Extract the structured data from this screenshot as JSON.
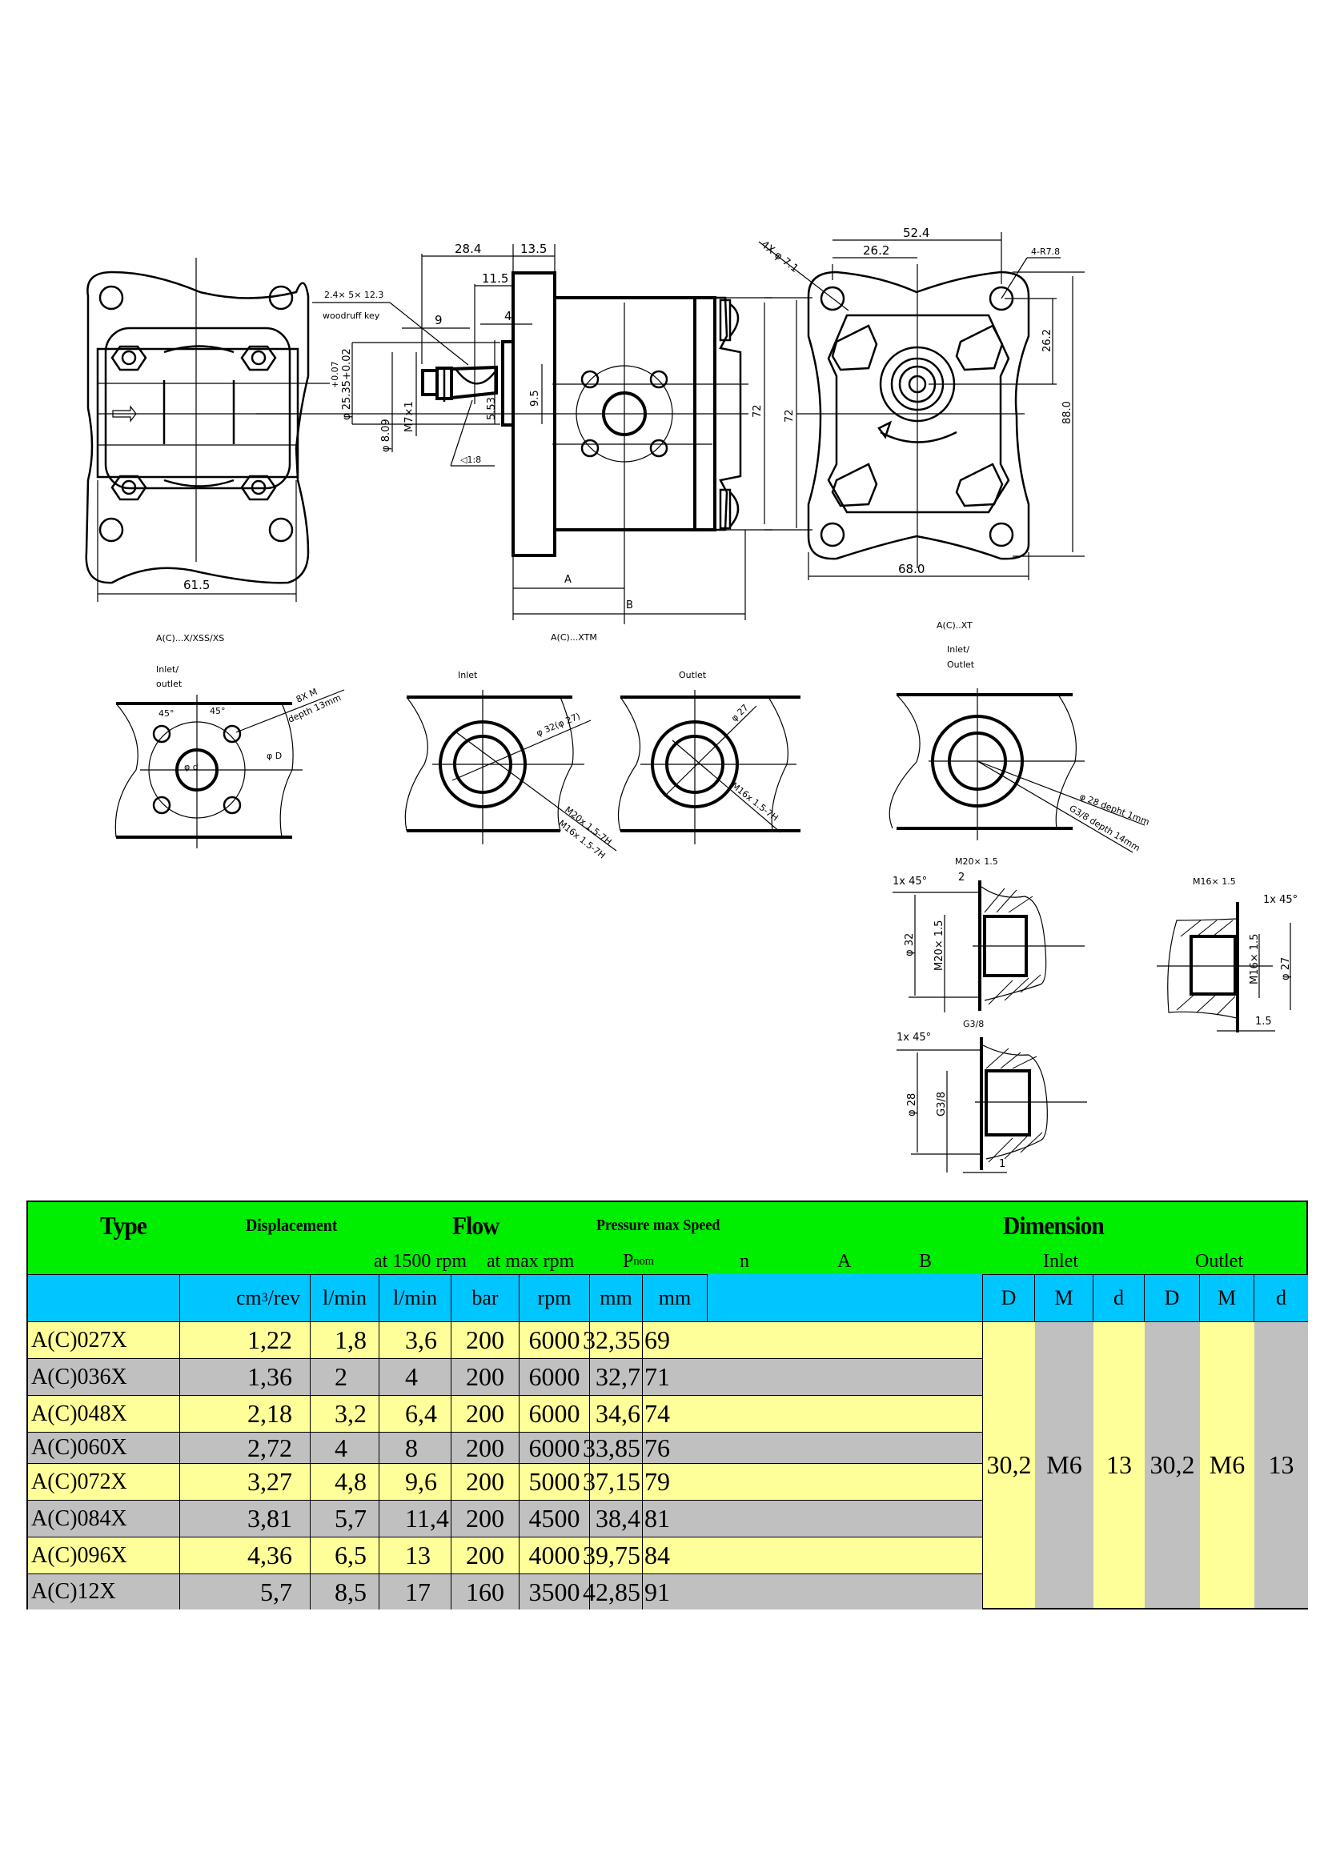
{
  "drawings": {
    "front_view": {
      "dim_width": "61.5"
    },
    "side_view": {
      "dims": {
        "d28_4": "28.4",
        "d13_5": "13.5",
        "d11_5": "11.5",
        "d4": "4",
        "d9": "9",
        "d9_5": "9.5",
        "d5_53": "5.53",
        "d72": "72",
        "A": "A",
        "B": "B",
        "shaft_dia": "φ 25.35+0.02",
        "shaft_tol": "+0.07",
        "thread": "M7×1",
        "shaft_small": "φ 8.09",
        "taper": "◁1:8"
      },
      "key_spec": "2.4× 5× 12.3",
      "key_name": "woodruff key"
    },
    "rear_view": {
      "dims": {
        "d52_4": "52.4",
        "d26_2_top": "26.2",
        "d26_2_right": "26.2",
        "d88": "88.0",
        "d72_left": "72",
        "d72_inner": "72",
        "d68": "68.0",
        "holes": "4X φ 7.1",
        "radius": "4-R7.8"
      }
    },
    "port_views": {
      "xss": {
        "title": "A(C)...X/XSS/XS",
        "label": "Inlet/\noutlet",
        "label_l1": "Inlet/",
        "label_l2": "outlet",
        "angle1": "45°",
        "angle2": "45°",
        "thread": "8X M",
        "depth": "depth 13mm",
        "dia_D": "φ D",
        "dia_d": "φ d"
      },
      "xtm": {
        "title": "A(C)...XTM",
        "inlet_label": "Inlet",
        "outlet_label": "Outlet",
        "inlet_dia": "φ 32(φ 27)",
        "inlet_thread1": "M20x 1.5-7H",
        "inlet_thread2": "M16x 1.5-7H",
        "outlet_dia": "φ 27",
        "outlet_thread": "M16x 1.5-7H"
      },
      "xt": {
        "title": "A(C)..XT",
        "label_l1": "Inlet/",
        "label_l2": "Outlet",
        "dia": "φ 28  depht  1mm",
        "thread": "G3/8 depth 14mm"
      }
    },
    "sections": {
      "m20": {
        "title": "M20× 1.5",
        "chamfer": "1x 45°",
        "d2": "2",
        "dia": "φ 32",
        "thread": "M20× 1.5"
      },
      "m16": {
        "title": "M16× 1.5",
        "chamfer": "1x 45°",
        "dia": "φ 27",
        "thread": "M16× 1.5",
        "d1_5": "1.5"
      },
      "g38": {
        "title": "G3/8",
        "chamfer": "1x 45°",
        "dia": "φ 28",
        "thread": "G3/8",
        "d1": "1"
      }
    }
  },
  "table": {
    "colors": {
      "header_green": "#00ee00",
      "units_blue": "#00c6ff",
      "row_yellow": "#ffff99",
      "row_gray": "#c0c0c0"
    },
    "header": {
      "type": "Type",
      "displacement": "Displacement",
      "flow": "Flow",
      "pressure_speed": "Pressure max Speed",
      "dimension": "Dimension"
    },
    "subheader": {
      "at_1500": "at 1500 rpm",
      "at_max": "at max rpm",
      "pnom_p": "P",
      "pnom_sub": "nom",
      "n": "n",
      "A": "A",
      "B": "B",
      "inlet": "Inlet",
      "outlet": "Outlet"
    },
    "units": {
      "disp_base": "cm",
      "disp_exp": "3",
      "disp_tail": "/rev",
      "flow1": "l/min",
      "flow2": "l/min",
      "pressure": "bar",
      "speed": "rpm",
      "A": "mm",
      "B": "mm",
      "in_D": "D",
      "in_M": "M",
      "in_d": "d",
      "out_D": "D",
      "out_M": "M",
      "out_d": "d"
    },
    "rows": [
      {
        "type": "A(C)027X",
        "disp": "1,22",
        "flow1500": "1,8",
        "flowmax": "3,6",
        "pnom": "200",
        "n": "6000",
        "A": "32,35",
        "B": "69"
      },
      {
        "type": "A(C)036X",
        "disp": "1,36",
        "flow1500": "2",
        "flowmax": "4",
        "pnom": "200",
        "n": "6000",
        "A": "32,7",
        "B": "71"
      },
      {
        "type": "A(C)048X",
        "disp": "2,18",
        "flow1500": "3,2",
        "flowmax": "6,4",
        "pnom": "200",
        "n": "6000",
        "A": "34,6",
        "B": "74"
      },
      {
        "type": "A(C)060X",
        "disp": "2,72",
        "flow1500": "4",
        "flowmax": "8",
        "pnom": "200",
        "n": "6000",
        "A": "33,85",
        "B": "76"
      },
      {
        "type": "A(C)072X",
        "disp": "3,27",
        "flow1500": "4,8",
        "flowmax": "9,6",
        "pnom": "200",
        "n": "5000",
        "A": "37,15",
        "B": "79"
      },
      {
        "type": "A(C)084X",
        "disp": "3,81",
        "flow1500": "5,7",
        "flowmax": "11,4",
        "pnom": "200",
        "n": "4500",
        "A": "38,4",
        "B": "81"
      },
      {
        "type": "A(C)096X",
        "disp": "4,36",
        "flow1500": "6,5",
        "flowmax": "13",
        "pnom": "200",
        "n": "4000",
        "A": "39,75",
        "B": "84"
      },
      {
        "type": "A(C)12X",
        "disp": "5,7",
        "flow1500": "8,5",
        "flowmax": "17",
        "pnom": "160",
        "n": "3500",
        "A": "42,85",
        "B": "91"
      }
    ],
    "dimension_values": {
      "inlet_D": "30,2",
      "inlet_M": "M6",
      "inlet_d": "13",
      "outlet_D": "30,2",
      "outlet_M": "M6",
      "outlet_d": "13"
    }
  }
}
